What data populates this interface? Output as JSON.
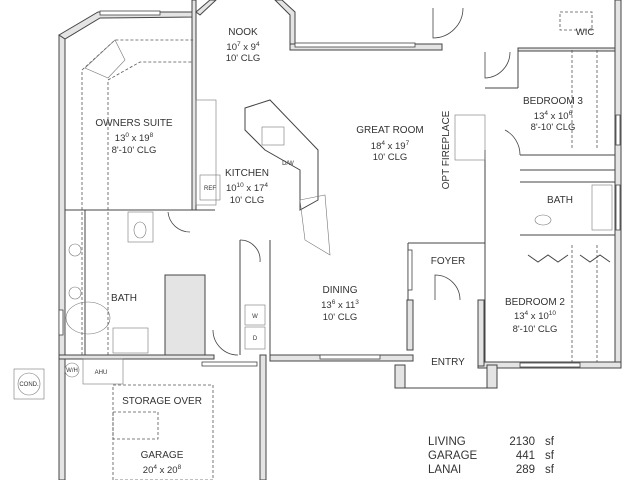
{
  "rooms": {
    "nook": {
      "name": "NOOK",
      "a_ft": "10",
      "a_in": "7",
      "b_ft": "9",
      "b_in": "4",
      "clg": "10' CLG"
    },
    "owners_suite": {
      "name": "OWNERS SUITE",
      "a_ft": "13",
      "a_in": "0",
      "b_ft": "19",
      "b_in": "8",
      "clg": "8'-10' CLG"
    },
    "kitchen": {
      "name": "KITCHEN",
      "a_ft": "10",
      "a_in": "10",
      "b_ft": "17",
      "b_in": "4",
      "clg": "10' CLG"
    },
    "great_room": {
      "name": "GREAT ROOM",
      "a_ft": "18",
      "a_in": "4",
      "b_ft": "19",
      "b_in": "7",
      "clg": "10' CLG"
    },
    "bedroom_3": {
      "name": "BEDROOM 3",
      "a_ft": "13",
      "a_in": "4",
      "b_ft": "10",
      "b_in": "6",
      "clg": "8'-10' CLG"
    },
    "dining": {
      "name": "DINING",
      "a_ft": "13",
      "a_in": "6",
      "b_ft": "11",
      "b_in": "3",
      "clg": "10' CLG"
    },
    "bedroom_2": {
      "name": "BEDROOM 2",
      "a_ft": "13",
      "a_in": "4",
      "b_ft": "10",
      "b_in": "10",
      "clg": "8'-10' CLG"
    },
    "garage": {
      "name": "GARAGE",
      "a_ft": "20",
      "a_in": "4",
      "b_ft": "20",
      "b_in": "8"
    },
    "foyer": {
      "name": "FOYER"
    },
    "entry": {
      "name": "ENTRY"
    },
    "owners_bath": {
      "name": "BATH"
    },
    "bath_2": {
      "name": "BATH"
    },
    "wic": {
      "name": "WIC"
    },
    "storage": {
      "name": "STORAGE OVER"
    }
  },
  "fixtures": {
    "fireplace": "OPT FIREPLACE",
    "ref": "REF",
    "dw": "D/W",
    "washer": "W",
    "dryer": "D",
    "water_heater": "W/H",
    "ahu": "AHU",
    "cond": "COND."
  },
  "areas": [
    {
      "label": "LIVING",
      "value": "2130",
      "unit": "sf"
    },
    {
      "label": "GARAGE",
      "value": "441",
      "unit": "sf"
    },
    {
      "label": "LANAI",
      "value": "289",
      "unit": "sf"
    }
  ]
}
